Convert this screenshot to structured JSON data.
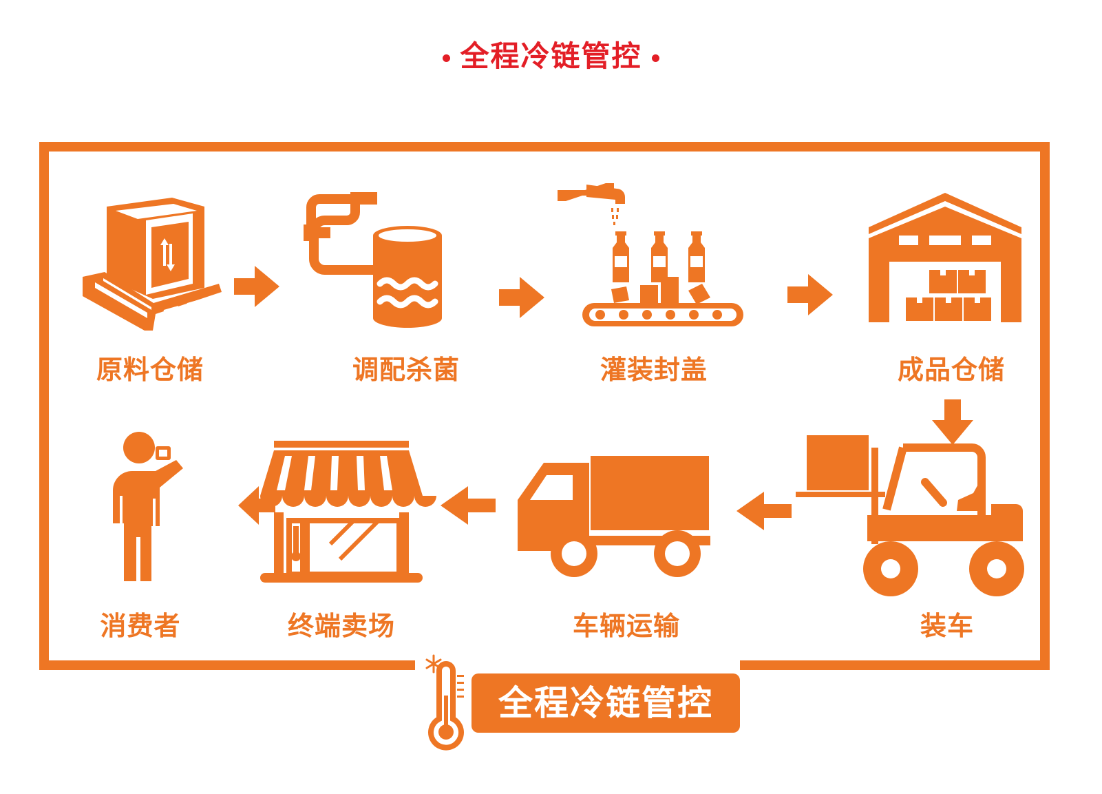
{
  "header": {
    "title": "全程冷链管控"
  },
  "steps": [
    {
      "label": "原料仓储",
      "icon": "pallet-box-icon"
    },
    {
      "label": "调配杀菌",
      "icon": "tank-pipe-icon"
    },
    {
      "label": "灌装封盖",
      "icon": "bottling-line-icon"
    },
    {
      "label": "成品仓储",
      "icon": "warehouse-icon"
    },
    {
      "label": "装车",
      "icon": "forklift-icon"
    },
    {
      "label": "车辆运输",
      "icon": "truck-icon"
    },
    {
      "label": "终端卖场",
      "icon": "storefront-icon"
    },
    {
      "label": "消费者",
      "icon": "consumer-icon"
    }
  ],
  "badge": {
    "title": "全程冷链管控",
    "icon": "thermometer-snowflake-icon"
  },
  "colors": {
    "accent": "#ee7624",
    "title": "#e31e26",
    "background": "#ffffff"
  }
}
